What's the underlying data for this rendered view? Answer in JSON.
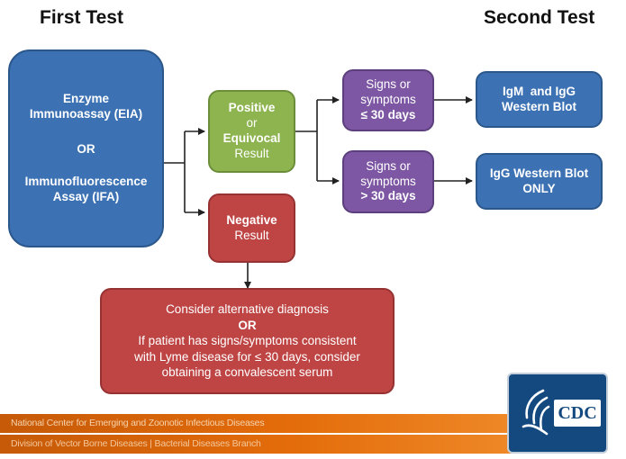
{
  "headings": {
    "first": "First Test",
    "second": "Second Test"
  },
  "eia_box": {
    "line1": "Enzyme",
    "line2": "Immunoassay (EIA)",
    "or": "OR",
    "line3": "Immunofluorescence",
    "line4": "Assay (IFA)"
  },
  "positive_box": {
    "positive": "Positive",
    "or": "or",
    "equivocal": "Equivocal",
    "result": "Result"
  },
  "negative_box": {
    "negative": "Negative",
    "result": "Result"
  },
  "short_box": {
    "line1": "Signs or",
    "line2": "symptoms",
    "line3": "≤ 30 days"
  },
  "long_box": {
    "line1": "Signs or",
    "line2": "symptoms",
    "line3": "> 30 days"
  },
  "igm_box": {
    "line1": "IgM  and IgG",
    "line2": "Western Blot"
  },
  "igg_box": {
    "line1": "IgG Western Blot",
    "line2": "ONLY"
  },
  "consider_box": {
    "line1": "Consider alternative diagnosis",
    "or": "OR",
    "line2": "If patient has signs/symptoms consistent",
    "line3": "with Lyme disease for ≤ 30 days, consider",
    "line4": "obtaining a convalescent serum"
  },
  "footer": {
    "line1": "National Center for Emerging and Zoonotic Infectious Diseases",
    "line2": "Division of Vector Borne Diseases | Bacterial Diseases Branch"
  },
  "logo": {
    "text": "CDC",
    "icon": "hhs-eagle-icon"
  },
  "colors": {
    "blue": "#3c72b4",
    "green": "#8db44f",
    "red": "#bf4545",
    "purple": "#7d57a3",
    "banner": "#e46c0a",
    "logo": "#14497f"
  }
}
